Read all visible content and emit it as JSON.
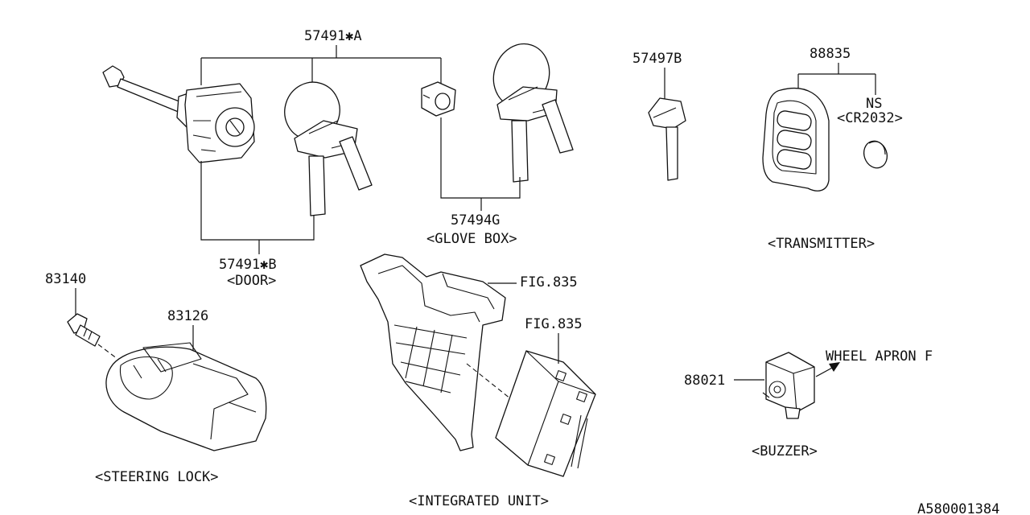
{
  "labels": {
    "part_57491A": "57491✱A",
    "part_57491B": "57491✱B",
    "caption_door": "<DOOR>",
    "part_57494G": "57494G",
    "caption_glove_box": "<GLOVE BOX>",
    "part_57497B": "57497B",
    "part_88835": "88835",
    "ns": "NS",
    "cr2032": "<CR2032>",
    "caption_transmitter": "<TRANSMITTER>",
    "part_83140": "83140",
    "part_83126": "83126",
    "caption_steering_lock": "<STEERING LOCK>",
    "fig_835_upper": "FIG.835",
    "fig_835_lower": "FIG.835",
    "caption_integrated_unit": "<INTEGRATED UNIT>",
    "part_88021": "88021",
    "wheel_apron": "WHEEL APRON F",
    "caption_buzzer": "<BUZZER>",
    "diagram_id": "A580001384"
  },
  "icons": [
    "ignition-cylinder-icon",
    "key-icon",
    "glove-box-lock-icon",
    "key-blade-icon",
    "remote-transmitter-icon",
    "coin-battery-icon",
    "shear-bolt-icon",
    "steering-lock-icon",
    "bracket-icon",
    "integrated-unit-icon",
    "buzzer-icon",
    "arrow-icon"
  ]
}
